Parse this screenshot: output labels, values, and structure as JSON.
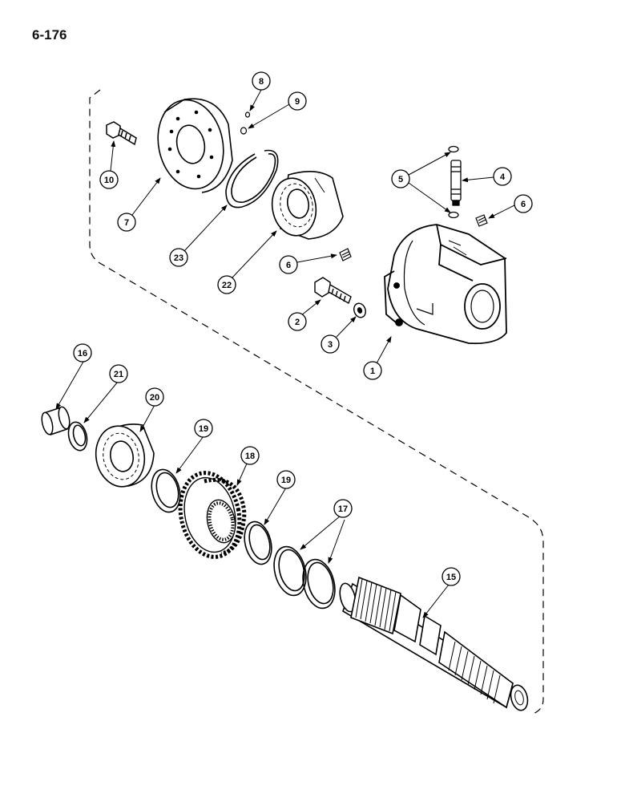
{
  "page": {
    "number": "6-176"
  },
  "callouts": [
    {
      "id": "c1",
      "label": "1"
    },
    {
      "id": "c2",
      "label": "2"
    },
    {
      "id": "c3",
      "label": "3"
    },
    {
      "id": "c4",
      "label": "4"
    },
    {
      "id": "c5",
      "label": "5"
    },
    {
      "id": "c6a",
      "label": "6"
    },
    {
      "id": "c6b",
      "label": "6"
    },
    {
      "id": "c7",
      "label": "7"
    },
    {
      "id": "c8",
      "label": "8"
    },
    {
      "id": "c9",
      "label": "9"
    },
    {
      "id": "c10",
      "label": "10"
    },
    {
      "id": "c15",
      "label": "15"
    },
    {
      "id": "c16",
      "label": "16"
    },
    {
      "id": "c17",
      "label": "17"
    },
    {
      "id": "c18",
      "label": "18"
    },
    {
      "id": "c19a",
      "label": "19"
    },
    {
      "id": "c19b",
      "label": "19"
    },
    {
      "id": "c20",
      "label": "20"
    },
    {
      "id": "c21",
      "label": "21"
    },
    {
      "id": "c22",
      "label": "22"
    },
    {
      "id": "c23",
      "label": "23"
    }
  ]
}
